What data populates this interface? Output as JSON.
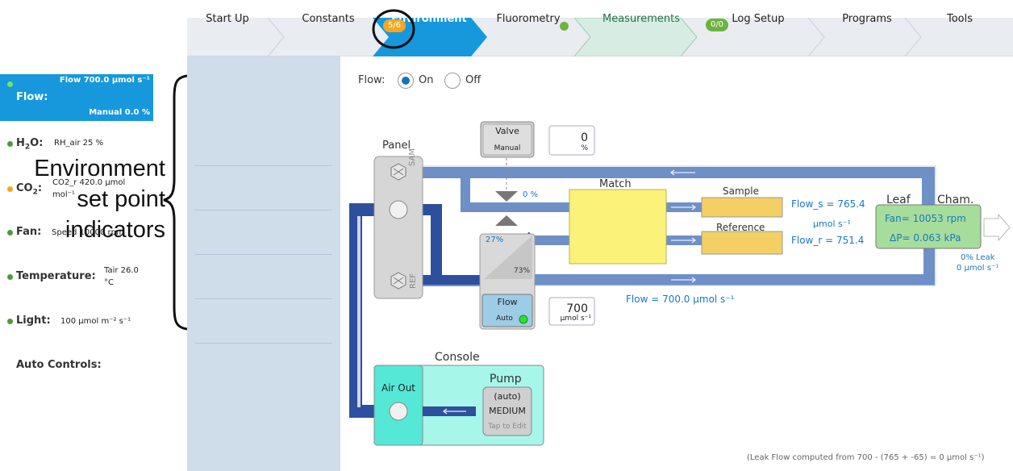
{
  "annotation": {
    "lines": [
      "Environment",
      "set point",
      "indicators"
    ]
  },
  "tabs": [
    {
      "label": "Start Up"
    },
    {
      "label": "Constants"
    },
    {
      "label": "Environment",
      "badge": "5/6"
    },
    {
      "label": "Fluorometry"
    },
    {
      "label": "Measurements"
    },
    {
      "label": "Log Setup",
      "badge": "0/0"
    },
    {
      "label": "Programs"
    },
    {
      "label": "Tools"
    }
  ],
  "sidebar": {
    "flow": {
      "label": "Flow:",
      "top_value": "Flow 700.0 µmol s⁻¹",
      "bottom_value": "Manual 0.0 %"
    },
    "h2o": {
      "label_main": "H",
      "label_sub": "2",
      "label_end": "O:",
      "value": "RH_air 25 %"
    },
    "co2": {
      "label_main": "CO",
      "label_sub": "2",
      "label_end": ":",
      "value_line1": "CO2_r 420.0 µmol",
      "value_line2": "mol⁻¹"
    },
    "fan": {
      "label": "Fan:",
      "value": "Speed 10000 rpm"
    },
    "temperature": {
      "label": "Temperature:",
      "value_line1": "Tair 26.0",
      "value_line2": "°C"
    },
    "light": {
      "label": "Light:",
      "value": "100 µmol m⁻² s⁻¹"
    },
    "auto": {
      "label": "Auto Controls:"
    }
  },
  "flow_toggle": {
    "label": "Flow:",
    "on_label": "On",
    "off_label": "Off",
    "selected": "On"
  },
  "diagram": {
    "panel_label": "Panel",
    "sam_label": "SAM",
    "ref_label": "REF",
    "valve": {
      "title": "Valve",
      "mode": "Manual",
      "value": "0",
      "unit": "%"
    },
    "split_pct": "0 %",
    "match_label": "Match",
    "sample_label": "Sample",
    "reference_label": "Reference",
    "flow_s": "Flow_s = 765.4",
    "flow_unit": "µmol s⁻¹",
    "flow_r": "Flow_r = 751.4",
    "leaf_label": "Leaf",
    "cham_label": "Cham.",
    "fan_readout": "Fan= 10053 rpm",
    "dp_readout": "ΔP= 0.063 kPa",
    "leak_pct": "0% Leak",
    "leak_flow": "0 µmol s⁻¹",
    "split_top": "27%",
    "split_bottom": "73%",
    "flow_ctrl": {
      "title": "Flow",
      "mode": "Auto",
      "value": "700",
      "unit": "µmol s⁻¹"
    },
    "flow_total": "Flow = 700.0 µmol s⁻¹",
    "console_label": "Console",
    "pump_label": "Pump",
    "air_out_label": "Air Out",
    "pump_box": {
      "line1": "(auto)",
      "line2": "MEDIUM",
      "line3": "Tap to Edit"
    }
  },
  "footnote": "(Leak Flow computed from 700 - (765 + -65) = 0 µmol s⁻¹)",
  "colors": {
    "accent": "#1798dc",
    "tube": "#6f8fc7",
    "tube_dark": "#2d4f9e",
    "match": "#fbf27a",
    "leaf": "#a6dd9a",
    "console": "#a7f6ea",
    "air_out": "#55e8d6",
    "measurements": "#d7ede3",
    "badge_orange": "#f5a623",
    "badge_green": "#6db33f"
  }
}
